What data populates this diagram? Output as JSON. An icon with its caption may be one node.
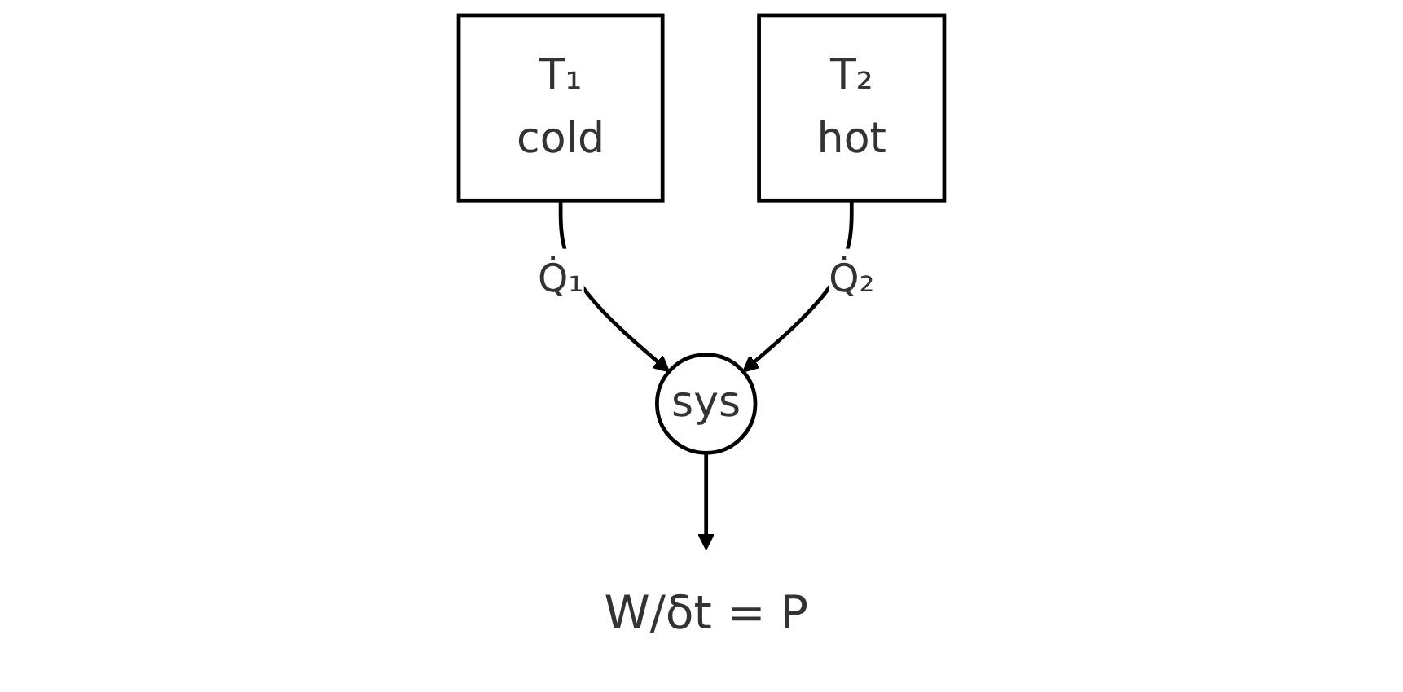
{
  "diagram": {
    "nodes": [
      {
        "text": [
          "T₁",
          "cold"
        ]
      },
      {
        "text": [
          "sys"
        ]
      },
      {
        "text": [
          "T₂",
          "hot"
        ]
      },
      {
        "text": [
          "W/δt = P"
        ]
      }
    ],
    "edges": [
      {
        "from": 0,
        "to": 1,
        "arrow": "to",
        "label": "Q̇₁"
      },
      {
        "from": 2,
        "to": 1,
        "arrow": "to",
        "label": "Q̇₂"
      },
      {
        "from": 1,
        "to": 3,
        "arrow": "to"
      }
    ]
  }
}
